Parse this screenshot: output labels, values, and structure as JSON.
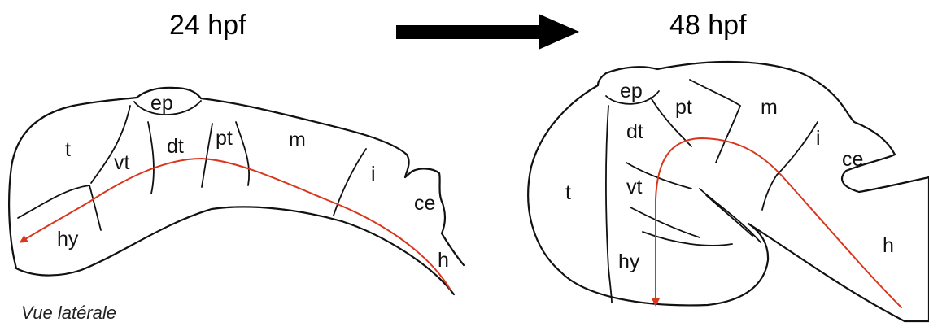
{
  "stage_left": "24 hpf",
  "stage_right": "48 hpf",
  "caption": "Vue latérale",
  "regions_24hpf": {
    "ep": "ep",
    "t": "t",
    "vt": "vt",
    "dt": "dt",
    "pt": "pt",
    "m": "m",
    "i": "i",
    "ce": "ce",
    "hy": "hy",
    "h": "h"
  },
  "regions_48hpf": {
    "ep": "ep",
    "pt": "pt",
    "m": "m",
    "dt": "dt",
    "i": "i",
    "ce": "ce",
    "t": "t",
    "vt": "vt",
    "hy": "hy",
    "h": "h"
  },
  "colors": {
    "axis": "#d9361c",
    "outline": "#111111",
    "arrow": "#000000"
  }
}
